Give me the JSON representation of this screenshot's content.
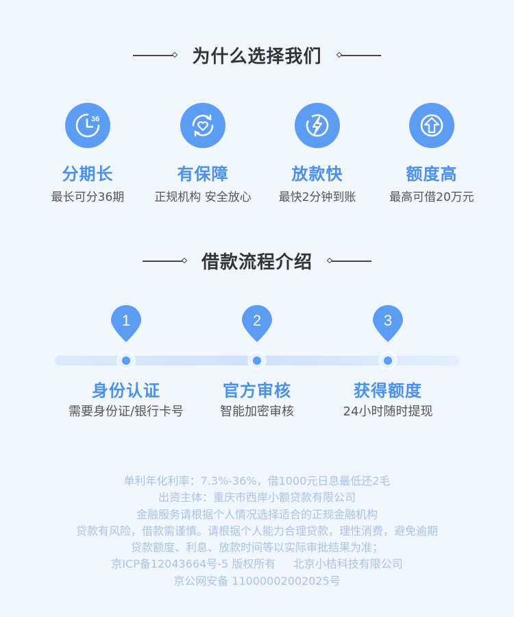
{
  "why_section": {
    "title": "为什么选择我们",
    "features": [
      {
        "icon": "clock-36-icon",
        "title": "分期长",
        "desc": "最长可分36期",
        "icon_text": "36"
      },
      {
        "icon": "shield-heart-icon",
        "title": "有保障",
        "desc": "正规机构 安全放心"
      },
      {
        "icon": "lightning-icon",
        "title": "放款快",
        "desc": "最快2分钟到账"
      },
      {
        "icon": "arrow-up-icon",
        "title": "额度高",
        "desc": "最高可借20万元"
      }
    ]
  },
  "flow_section": {
    "title": "借款流程介绍",
    "steps": [
      {
        "number": "1",
        "title": "身份认证",
        "desc": "需要身份证/银行卡号"
      },
      {
        "number": "2",
        "title": "官方审核",
        "desc": "智能加密审核"
      },
      {
        "number": "3",
        "title": "获得额度",
        "desc": "24小时随时提现"
      }
    ]
  },
  "footer": {
    "lines": [
      "单利年化利率：7.3%-36%，借1000元日息最低还2毛",
      "出资主体：重庆市西岸小额贷款有限公司",
      "金融服务请根据个人情况选择适合的正规金融机构",
      "贷款有风险，借款需谨慎。请根据个人能力合理贷款，理性消费，避免逾期",
      "贷款额度、利息、放款时间等以实际审批结果为准；",
      "京ICP备12043664号-5 版权所有     北京小桔科技有限公司",
      "京公网安备 11000002002025号"
    ]
  },
  "colors": {
    "background": "#f1f6fd",
    "accent": "#5b9df5",
    "accent_text": "#4a90f0",
    "footer_text": "#a9c4e8"
  }
}
